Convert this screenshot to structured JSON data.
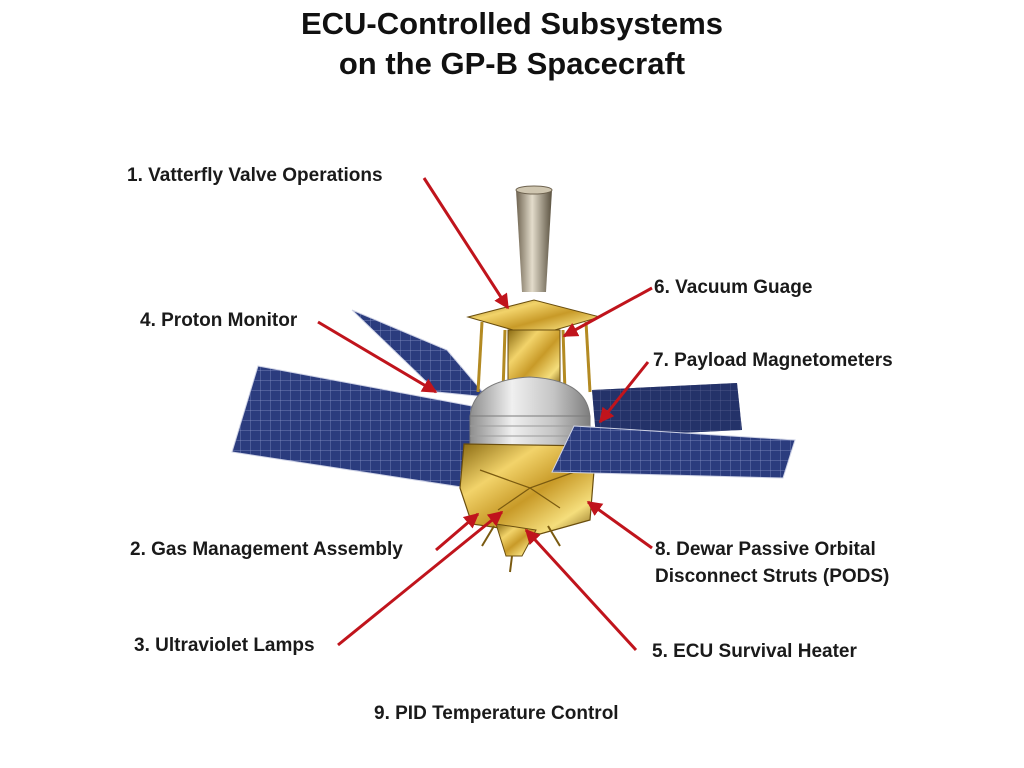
{
  "title": {
    "line1": "ECU-Controlled Subsystems",
    "line2": "on the GP-B Spacecraft"
  },
  "labels": {
    "l1": "1.  Vatterfly Valve Operations",
    "l2": "2. Gas Management Assembly",
    "l3": "3. Ultraviolet Lamps",
    "l4": "4. Proton Monitor",
    "l5": "5. ECU Survival Heater",
    "l6": "6. Vacuum Guage",
    "l7": "7. Payload Magnetometers",
    "l8a": "8. Dewar Passive Orbital",
    "l8b": "Disconnect Struts (PODS)",
    "l9": "9. PID Temperature Control"
  },
  "colors": {
    "arrow": "#c0141c",
    "panel": "#2a3a7a",
    "gold": "#c9a227",
    "silver": "#c8c8c8"
  }
}
